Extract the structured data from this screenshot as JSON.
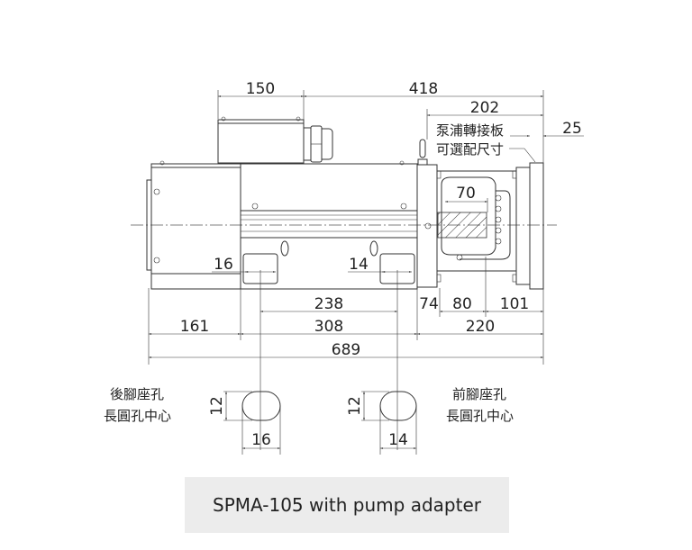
{
  "caption": "SPMA-105 with pump adapter",
  "dimensions": {
    "junction_box_width": "150",
    "to_end": "418",
    "adapter": "202",
    "plate": "25",
    "pump_shaft": "70",
    "rear_foot_slot": "16",
    "front_foot_slot": "14",
    "foot_spacing": "238",
    "d74": "74",
    "d80": "80",
    "d101": "101",
    "rear": "161",
    "body": "308",
    "front": "220",
    "overall": "689",
    "slot_height_rear": "12",
    "slot_height_front": "12",
    "slot_width_rear": "16",
    "slot_width_front": "14"
  },
  "labels": {
    "adapter_line1": "泵浦轉接板",
    "adapter_line2": "可選配尺寸",
    "rear_hole_line1": "後腳座孔",
    "rear_hole_line2": "長圓孔中心",
    "front_hole_line1": "前腳座孔",
    "front_hole_line2": "長圓孔中心"
  }
}
